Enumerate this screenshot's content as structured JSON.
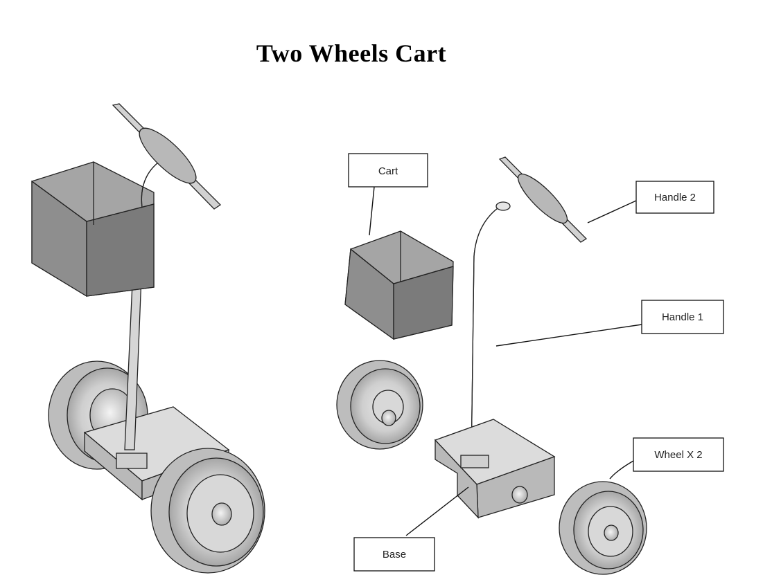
{
  "title": "Two Wheels Cart",
  "labels": {
    "cart": "Cart",
    "handle2": "Handle 2",
    "handle1": "Handle 1",
    "wheel": "Wheel X 2",
    "base": "Base"
  }
}
